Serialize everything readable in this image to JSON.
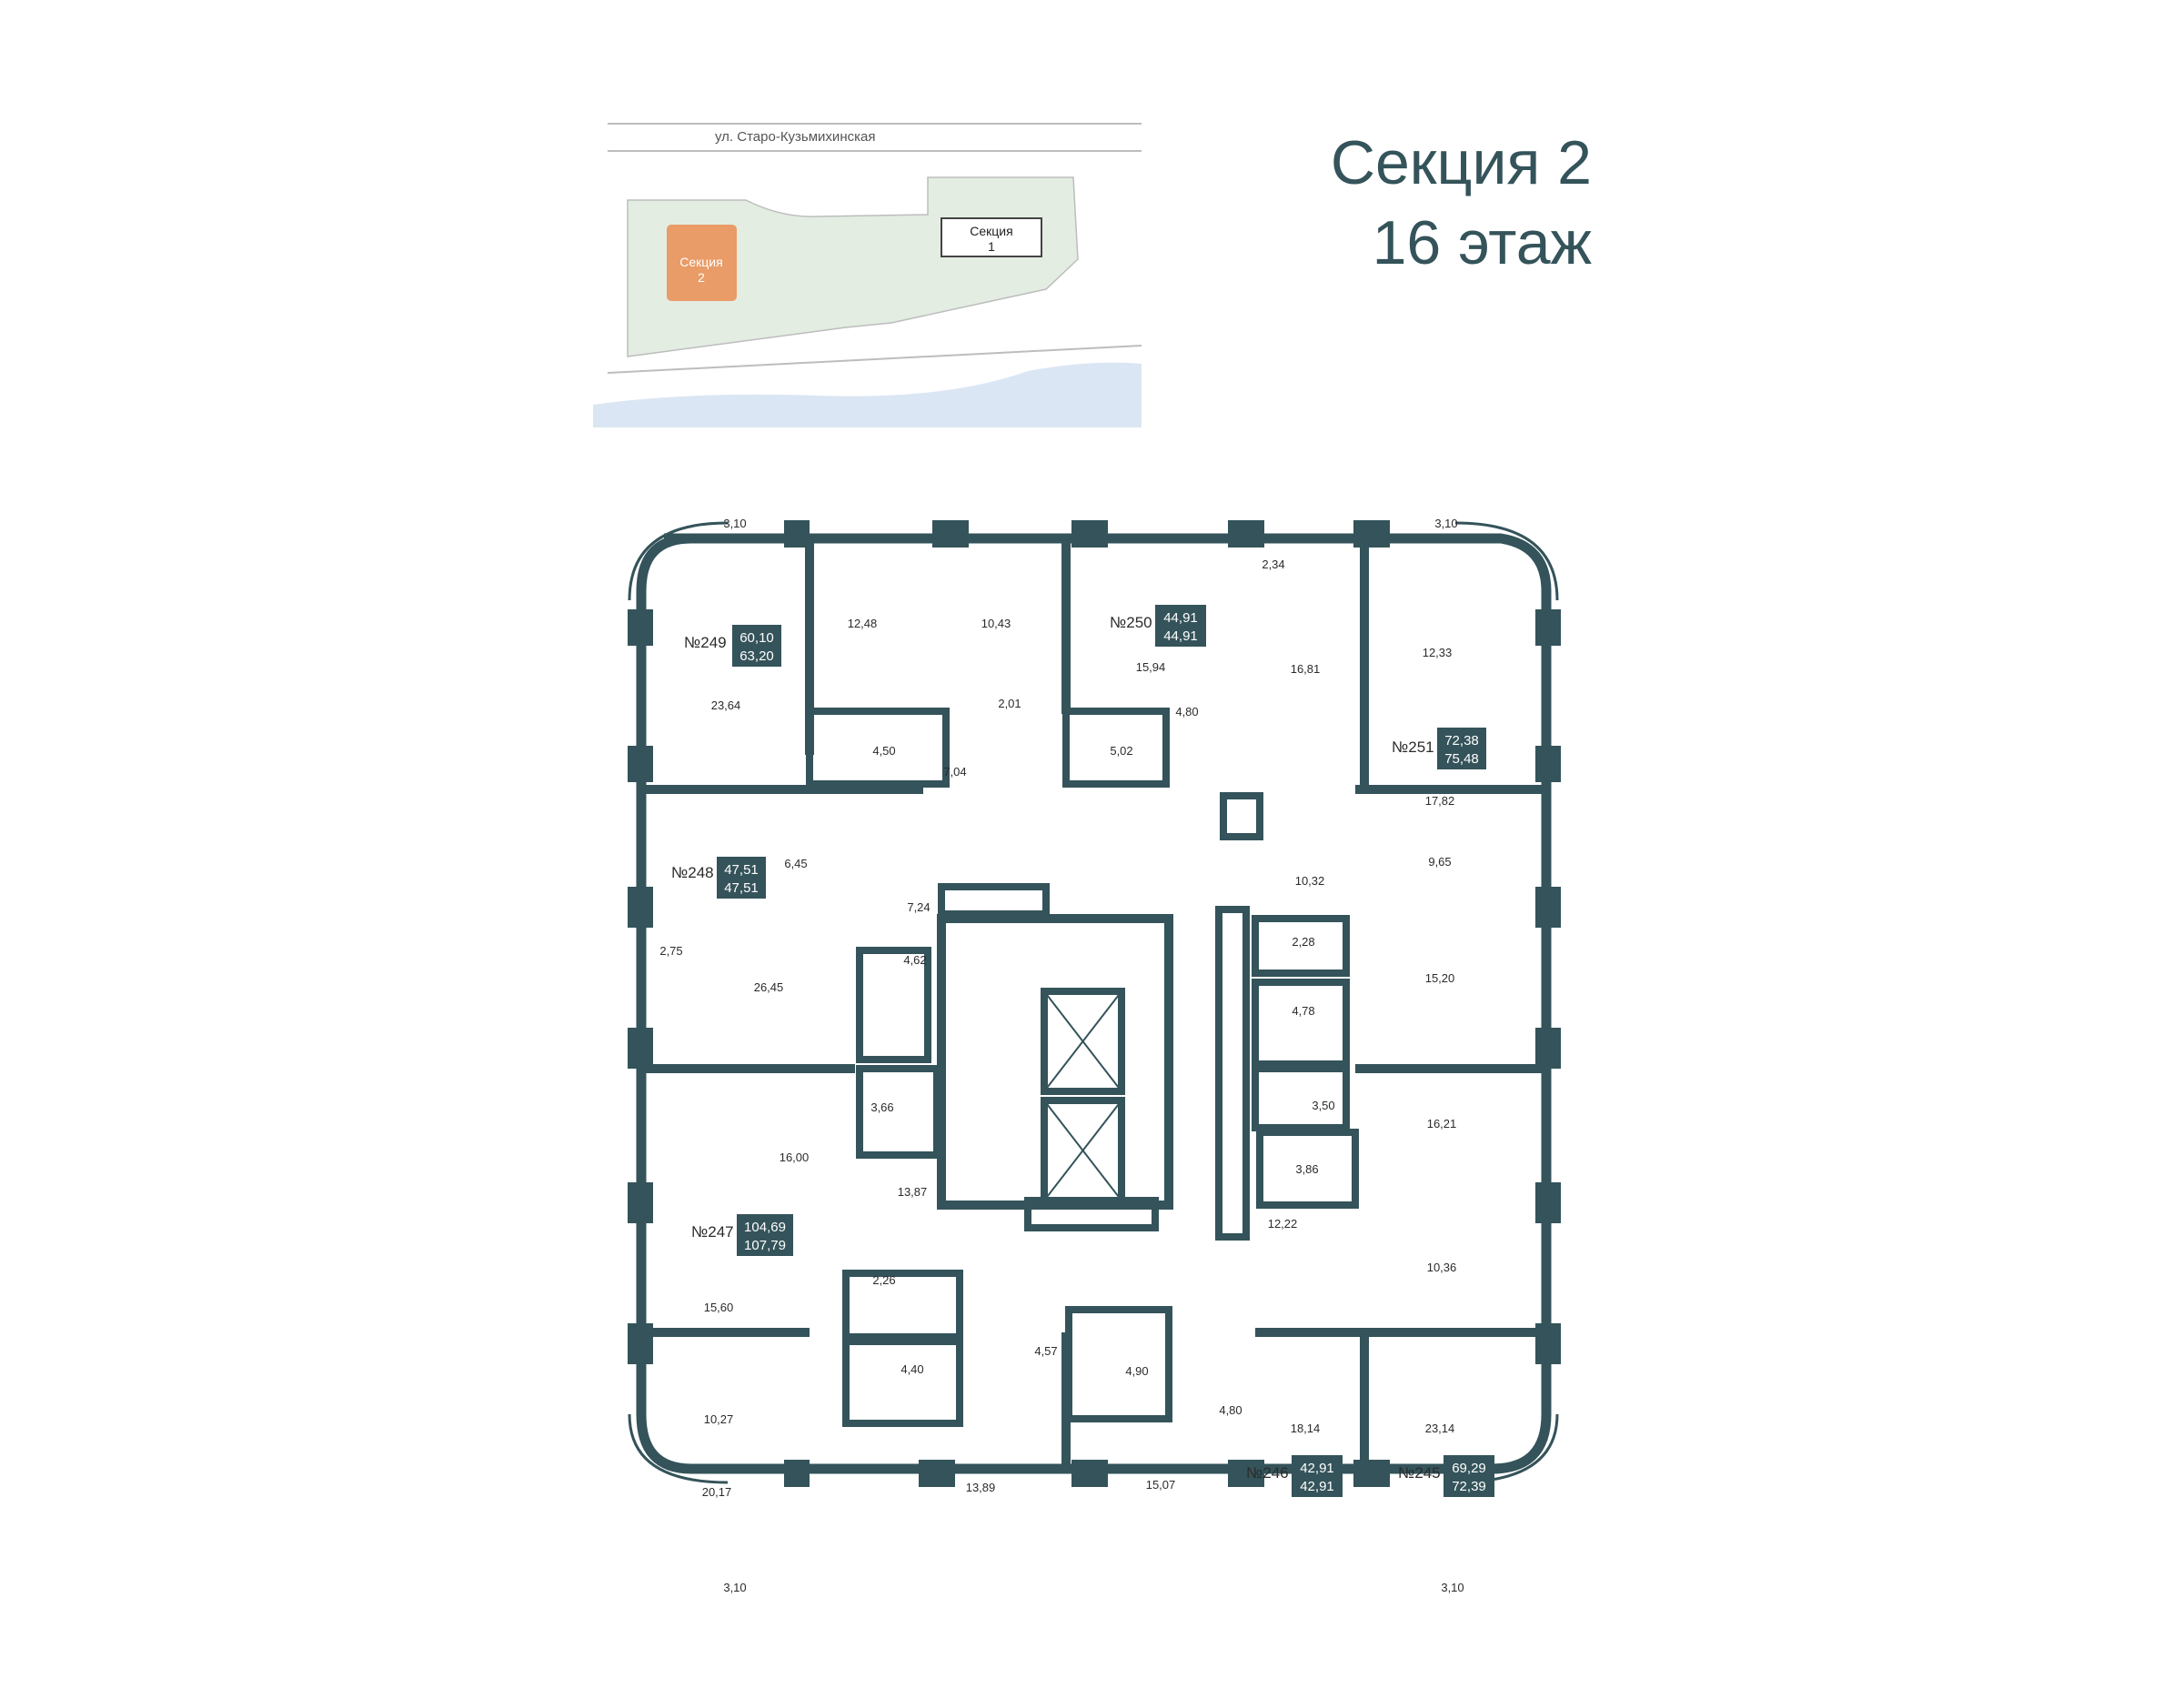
{
  "header": {
    "section": "Секция 2",
    "floor": "16 этаж"
  },
  "site_plan": {
    "street": "ул. Старо-Кузьмихинская",
    "section1_line1": "Секция",
    "section1_line2": "1",
    "section2_line1": "Секция",
    "section2_line2": "2",
    "colors": {
      "green": "#e3ede2",
      "orange": "#e99c67",
      "water": "#dbe6f4",
      "line": "#bdbdbd"
    }
  },
  "colors": {
    "wall": "#34535a",
    "text": "#2b2b2b",
    "badge_text": "#ffffff"
  },
  "apartments": [
    {
      "id": "apt-249",
      "number": "№249",
      "area1": "60,10",
      "area2": "63,20"
    },
    {
      "id": "apt-250",
      "number": "№250",
      "area1": "44,91",
      "area2": "44,91"
    },
    {
      "id": "apt-251",
      "number": "№251",
      "area1": "72,38",
      "area2": "75,48"
    },
    {
      "id": "apt-248",
      "number": "№248",
      "area1": "47,51",
      "area2": "47,51"
    },
    {
      "id": "apt-247",
      "number": "№247",
      "area1": "104,69",
      "area2": "107,79"
    },
    {
      "id": "apt-246",
      "number": "№246",
      "area1": "42,91",
      "area2": "42,91"
    },
    {
      "id": "apt-245",
      "number": "№245",
      "area1": "69,29",
      "area2": "72,39"
    }
  ],
  "room_areas": [
    "3,10",
    "3,10",
    "3,10",
    "3,10",
    "12,48",
    "10,43",
    "23,64",
    "2,01",
    "4,50",
    "7,04",
    "2,34",
    "15,94",
    "16,81",
    "4,80",
    "5,02",
    "12,33",
    "17,82",
    "9,65",
    "10,32",
    "15,20",
    "2,28",
    "4,78",
    "6,45",
    "7,24",
    "2,75",
    "26,45",
    "4,62",
    "3,66",
    "16,00",
    "13,87",
    "3,50",
    "16,21",
    "3,86",
    "12,22",
    "10,36",
    "15,60",
    "2,26",
    "4,40",
    "4,57",
    "4,90",
    "10,27",
    "4,80",
    "18,14",
    "23,14",
    "20,17",
    "13,89",
    "15,07"
  ]
}
